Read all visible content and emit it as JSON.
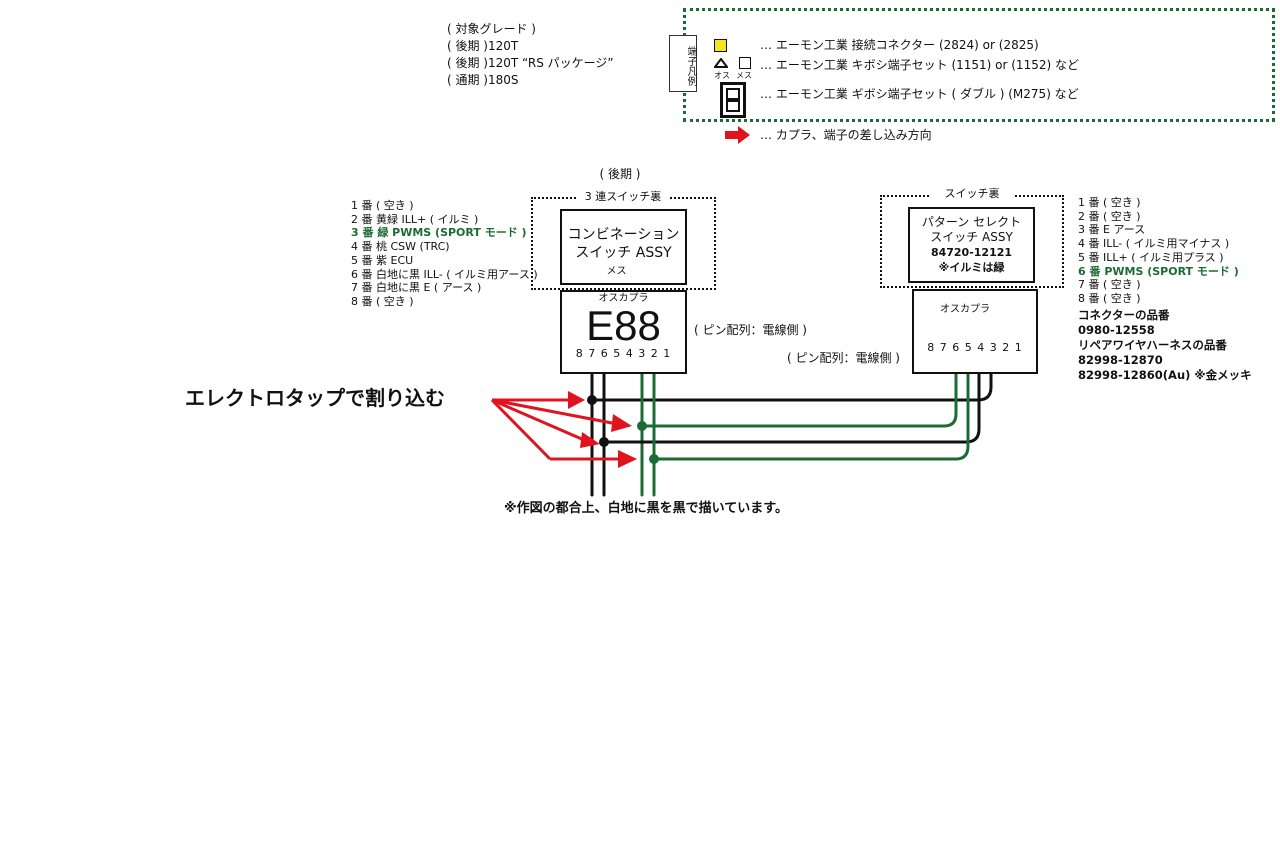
{
  "grades": {
    "heading": "( 対象グレード )",
    "lines": [
      "( 後期 )120T",
      "( 後期 )120T “RS パッケージ”",
      "( 通期 )180S"
    ]
  },
  "legend": {
    "title": "端子凡例",
    "oss_label": "オス",
    "mesu_label": "メス",
    "items": [
      "… エーモン工業 接続コネクター (2824) or (2825)",
      "… エーモン工業 キボシ端子セット (1151) or (1152) など",
      "… エーモン工業 ギボシ端子セット ( ダブル ) (M275) など",
      "… カプラ、端子の差し込み方向"
    ],
    "colors": {
      "yellow": "#f4e61e",
      "green": "#1d6b34",
      "red": "#e0141e"
    }
  },
  "left_unit": {
    "period": "( 後期 )",
    "switch_back": "3 連スイッチ裏",
    "name_line1": "コンビネーション",
    "name_line2": "スイッチ ASSY",
    "mesu": "メス",
    "osu_coupler": "オスカプラ",
    "connector_code": "E88",
    "pin_numbers": "8 7 6 5 4 3 2 1",
    "pin_note": "( ピン配列：電線側 )",
    "pins": [
      "1 番 ( 空き )",
      "2 番 黄緑 ILL+ ( イルミ )",
      "3 番 緑 PWMS (SPORT モード )",
      "4 番 桃 CSW (TRC)",
      "5 番 紫 ECU",
      "6 番 白地に黒 ILL- ( イルミ用アース )",
      "7 番 白地に黒 E ( アース )",
      "8 番 ( 空き )"
    ]
  },
  "right_unit": {
    "switch_back": "スイッチ裏",
    "name_line1": "パターン セレクト",
    "name_line2": "スイッチ ASSY",
    "part_no": "84720-12121",
    "illumi_note": "※イルミは緑",
    "osu_coupler": "オスカプラ",
    "pin_numbers": "8 7 6 5 4 3 2 1",
    "pin_note": "( ピン配列：電線側 )",
    "pins": [
      "1 番 ( 空き )",
      "2 番 ( 空き )",
      "3 番 E アース",
      "4 番 ILL- ( イルミ用マイナス )",
      "5 番 ILL+ ( イルミ用プラス )",
      "6 番 PWMS (SPORT モード )",
      "7 番 ( 空き )",
      "8 番 ( 空き )"
    ],
    "connector_part_title": "コネクターの品番",
    "connector_part_no": "0980-12558",
    "harness_title": "リペアワイヤハーネスの品番",
    "harness_no1": "82998-12870",
    "harness_no2": "82998-12860(Au) ※金メッキ"
  },
  "tap_label": "エレクトロタップで割り込む",
  "footnote": "※作図の都合上、白地に黒を黒で描いています。"
}
